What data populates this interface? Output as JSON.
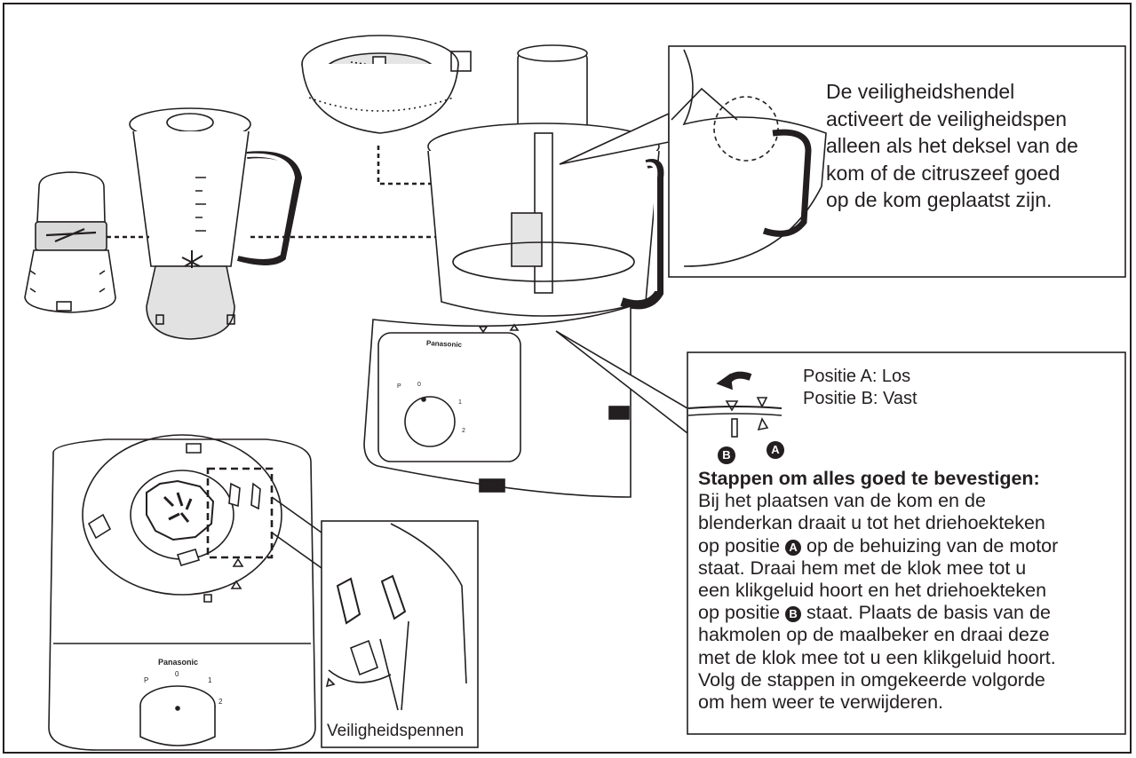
{
  "callout": {
    "lines": [
      "De veiligheidshendel",
      "activeert de veiligheidspen",
      "alleen als het deksel van de",
      "kom of de citruszeef goed",
      "op de kom geplaatst zijn."
    ]
  },
  "positions": {
    "a_label": "Positie A: Los",
    "b_label": "Positie B: Vast",
    "badge_a": "A",
    "badge_b": "B"
  },
  "steps": {
    "title": "Stappen om alles goed te bevestigen:",
    "line1": "Bij het plaatsen van de kom en de",
    "line2": "blenderkan draait u tot het driehoekteken",
    "line3_pre": "op positie",
    "line3_post": "op de behuizing van de motor",
    "line4": "staat. Draai hem met de klok mee tot u",
    "line5": "een klikgeluid hoort en het driehoekteken",
    "line6_pre": "op positie",
    "line6_post": "staat. Plaats de basis van de",
    "line7": "hakmolen op de maalbeker en draai deze",
    "line8": "met de klok mee tot u een klikgeluid hoort.",
    "line9": "Volg de stappen in omgekeerde volgorde",
    "line10": "om hem weer te verwijderen."
  },
  "pins_label": "Veiligheidspennen",
  "brand": "Panasonic",
  "dial_marks": {
    "p": "P",
    "zero": "0",
    "one": "1",
    "two": "2"
  }
}
